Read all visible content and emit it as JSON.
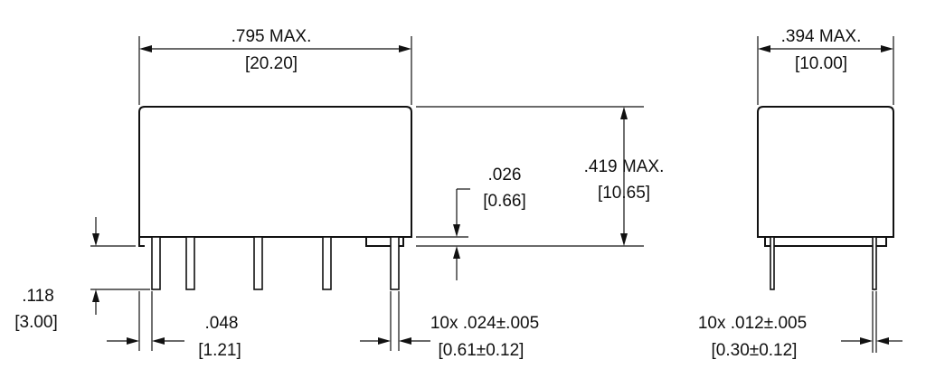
{
  "front_view": {
    "width_in": ".795 MAX.",
    "width_mm": "[20.20]",
    "height_in": ".419 MAX.",
    "height_mm": "[10.65]",
    "standoff_in": ".026",
    "standoff_mm": "[0.66]",
    "pin_length_in": ".118",
    "pin_length_mm": "[3.00]",
    "pin_offset_in": ".048",
    "pin_offset_mm": "[1.21]",
    "pin_width_in": "10x .024±.005",
    "pin_width_mm": "[0.61±0.12]"
  },
  "side_view": {
    "depth_in": ".394 MAX.",
    "depth_mm": "[10.00]",
    "pin_thickness_in": "10x .012±.005",
    "pin_thickness_mm": "[0.30±0.12]"
  }
}
